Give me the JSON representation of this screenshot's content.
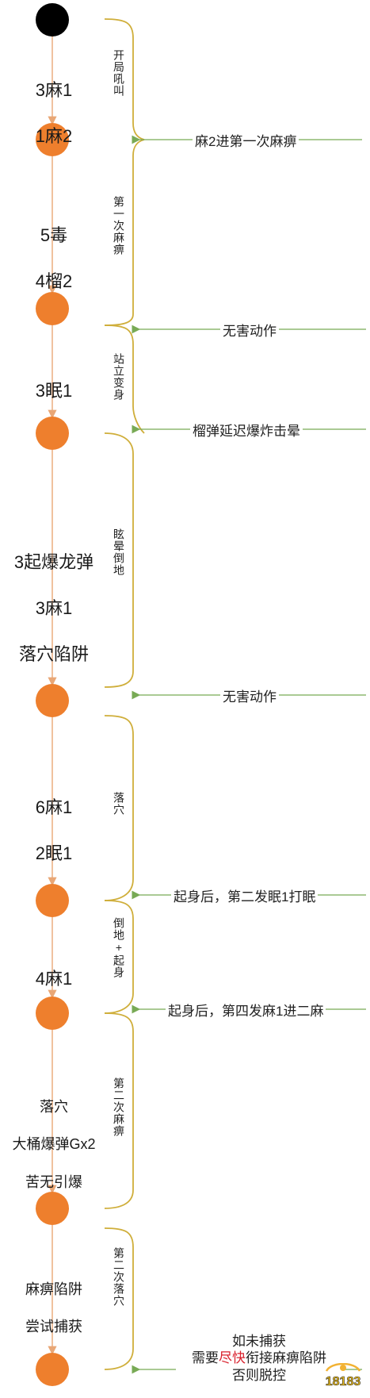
{
  "steps": [
    {
      "id": "s1",
      "lines": [
        "3麻1",
        "1麻2"
      ]
    },
    {
      "id": "s2",
      "lines": [
        "5毒",
        "4榴2"
      ]
    },
    {
      "id": "s3",
      "lines": [
        "3眠1"
      ]
    },
    {
      "id": "s4",
      "lines": [
        "3起爆龙弹",
        "3麻1",
        "落穴陷阱"
      ]
    },
    {
      "id": "s5",
      "lines": [
        "6麻1",
        "2眠1"
      ]
    },
    {
      "id": "s6",
      "lines": [
        "4麻1"
      ]
    },
    {
      "id": "s7",
      "lines": [
        "落穴",
        "大桶爆弹Gx2",
        "苦无引爆"
      ]
    },
    {
      "id": "s8",
      "lines": [
        "麻痹陷阱",
        "尝试捕获"
      ]
    }
  ],
  "phases": [
    {
      "id": "p1",
      "text": "开局吼叫"
    },
    {
      "id": "p2",
      "text": "第一次麻痹"
    },
    {
      "id": "p3",
      "text": "站立变身"
    },
    {
      "id": "p4",
      "text": "眩晕倒地"
    },
    {
      "id": "p5",
      "text": "落穴"
    },
    {
      "id": "p6",
      "text": "倒地+起身"
    },
    {
      "id": "p7",
      "text": "第二次麻痹"
    },
    {
      "id": "p8",
      "text": "第二次落穴"
    }
  ],
  "notes": [
    {
      "id": "n1",
      "text": "麻2进第一次麻痹"
    },
    {
      "id": "n2",
      "text": "无害动作"
    },
    {
      "id": "n3",
      "text": "榴弹延迟爆炸击晕"
    },
    {
      "id": "n4",
      "text": "无害动作"
    },
    {
      "id": "n5",
      "text": "起身后，第二发眠1打眠"
    },
    {
      "id": "n6",
      "text": "起身后，第四发麻1进二麻"
    }
  ],
  "final_note": {
    "line1": "如未捕获",
    "line2_before": "需要",
    "line2_highlight": "尽快",
    "line2_after": "衔接麻痹陷阱",
    "line3": "否则脱控"
  },
  "watermark": "18183",
  "colors": {
    "node": "#ee7f2d",
    "start_node": "#000000",
    "flow_arrow": "#e9a776",
    "bracket": "#cfae3a",
    "note_arrow": "#78aa55",
    "highlight": "#d9212d"
  }
}
